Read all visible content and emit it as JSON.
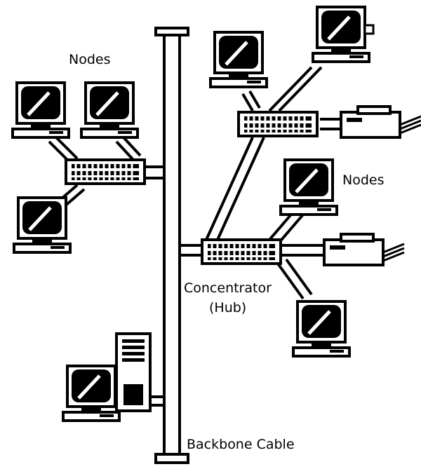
{
  "labels": {
    "nodes_left": "Nodes",
    "nodes_right": "Nodes",
    "concentrator": "Concentrator",
    "hub": "(Hub)",
    "backbone": "Backbone Cable"
  },
  "colors": {
    "ink": "#000000",
    "paper": "#ffffff"
  },
  "icons": [
    "computer-icon",
    "printer-icon",
    "hub-icon",
    "server-tower-icon"
  ]
}
